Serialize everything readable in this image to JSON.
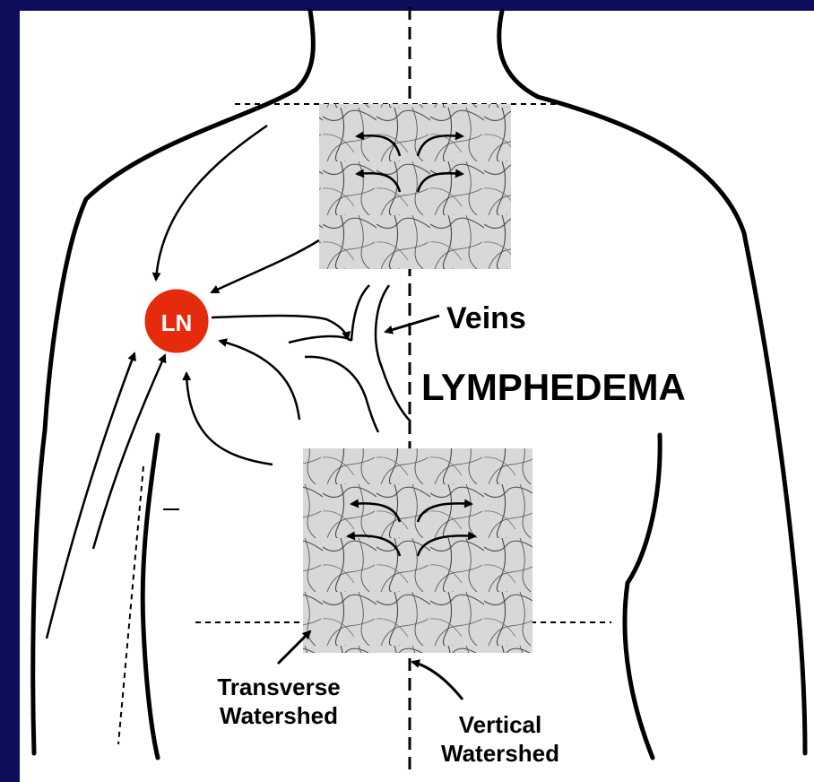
{
  "diagram": {
    "node_label": "LN",
    "veins_label": "Veins",
    "condition_label": "LYMPHEDEMA",
    "transverse_label_line1": "Transverse",
    "transverse_label_line2": "Watershed",
    "vertical_label_line1": "Vertical",
    "vertical_label_line2": "Watershed",
    "colors": {
      "background": "#0d0d5c",
      "node_fill": "#e62b0c",
      "line": "#000000"
    }
  }
}
